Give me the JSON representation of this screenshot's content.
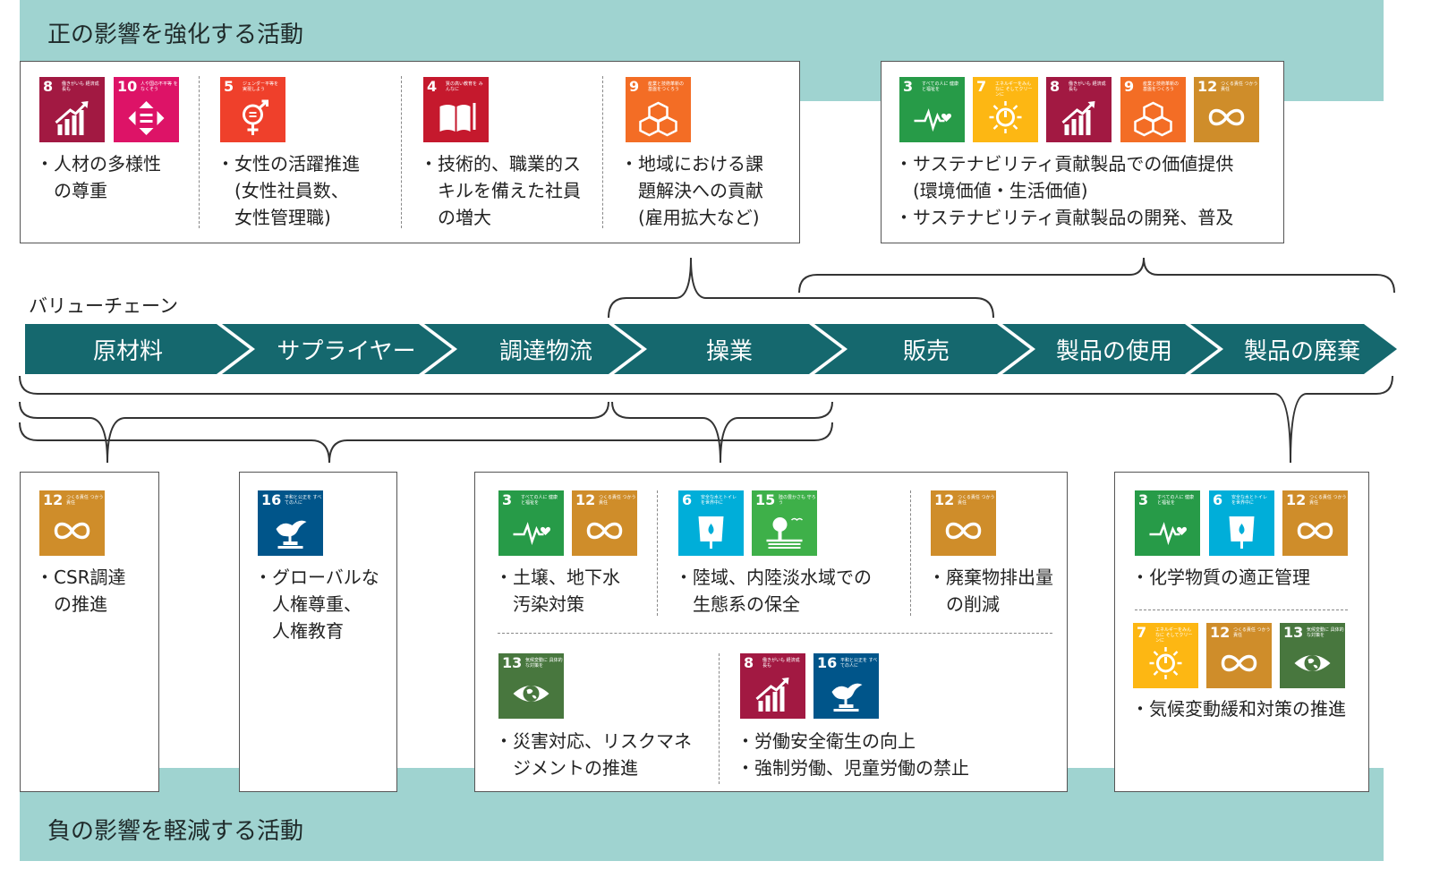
{
  "top_band_title": "正の影響を強化する活動",
  "bottom_band_title": "負の影響を軽減する活動",
  "chain_label": "バリューチェーン",
  "stages": [
    "原材料",
    "サプライヤー",
    "調達物流",
    "操業",
    "販売",
    "製品の使用",
    "製品の廃棄"
  ],
  "colors": {
    "band": "#9fd3d0",
    "chain": "#15686e",
    "sdg3": "#279b48",
    "sdg4": "#c5192d",
    "sdg5": "#ef402b",
    "sdg6": "#00aed9",
    "sdg7": "#fdb713",
    "sdg8": "#a21942",
    "sdg9": "#f36d25",
    "sdg10": "#dd1367",
    "sdg12": "#cf8d2a",
    "sdg13": "#48773e",
    "sdg15": "#3eb049",
    "sdg16": "#00558a"
  },
  "sdg": {
    "3": {
      "num": "3",
      "cap": "すべての人に 健康と福祉を",
      "icon": "heartbeat-icon"
    },
    "4": {
      "num": "4",
      "cap": "質の高い教育を みんなに",
      "icon": "book-icon"
    },
    "5": {
      "num": "5",
      "cap": "ジェンダー平等を 実現しよう",
      "icon": "gender-icon"
    },
    "6": {
      "num": "6",
      "cap": "安全な水とトイレ を世界中に",
      "icon": "water-icon"
    },
    "7": {
      "num": "7",
      "cap": "エネルギーをみんなに そしてクリーンに",
      "icon": "sun-power-icon"
    },
    "8": {
      "num": "8",
      "cap": "働きがいも 経済成長も",
      "icon": "growth-chart-icon"
    },
    "9": {
      "num": "9",
      "cap": "産業と技術革新の 基盤をつくろう",
      "icon": "cubes-icon"
    },
    "10": {
      "num": "10",
      "cap": "人や国の不平等 をなくそう",
      "icon": "equality-icon"
    },
    "12": {
      "num": "12",
      "cap": "つくる責任 つかう責任",
      "icon": "infinity-icon"
    },
    "13": {
      "num": "13",
      "cap": "気候変動に 具体的な対策を",
      "icon": "eye-globe-icon"
    },
    "15": {
      "num": "15",
      "cap": "陸の豊かさも 守ろう",
      "icon": "tree-icon"
    },
    "16": {
      "num": "16",
      "cap": "平和と公正を すべての人に",
      "icon": "dove-icon"
    }
  },
  "positive": {
    "box1": {
      "diversity": [
        "・人材の多様性",
        "　の尊重"
      ],
      "women": [
        "・女性の活躍推進",
        "　(女性社員数、",
        "　女性管理職)"
      ],
      "skills": [
        "・技術的、職業的ス",
        "　キルを備えた社員",
        "　の増大"
      ],
      "regional": [
        "・地域における課",
        "　題解決への貢献",
        "　(雇用拡大など)"
      ]
    },
    "box2": {
      "lines": [
        "・サステナビリティ貢献製品での価値提供",
        "　(環境価値・生活価値)",
        "・サステナビリティ貢献製品の開発、普及"
      ]
    }
  },
  "negative": {
    "csr": [
      "・CSR調達",
      "　の推進"
    ],
    "human_rights": [
      "・グローバルな",
      "　人権尊重、",
      "　人権教育"
    ],
    "soil": [
      "・土壌、地下水",
      "　汚染対策"
    ],
    "ecosystem": [
      "・陸域、内陸淡水域での",
      "　生態系の保全"
    ],
    "waste": [
      "・廃棄物排出量",
      "　の削減"
    ],
    "disaster": [
      "・災害対応、リスクマネ",
      "　ジメントの推進"
    ],
    "labor": [
      "・労働安全衛生の向上",
      "・強制労働、児童労働の禁止"
    ],
    "chemicals": [
      "・化学物質の適正管理"
    ],
    "climate": [
      "・気候変動緩和対策の推進"
    ]
  }
}
